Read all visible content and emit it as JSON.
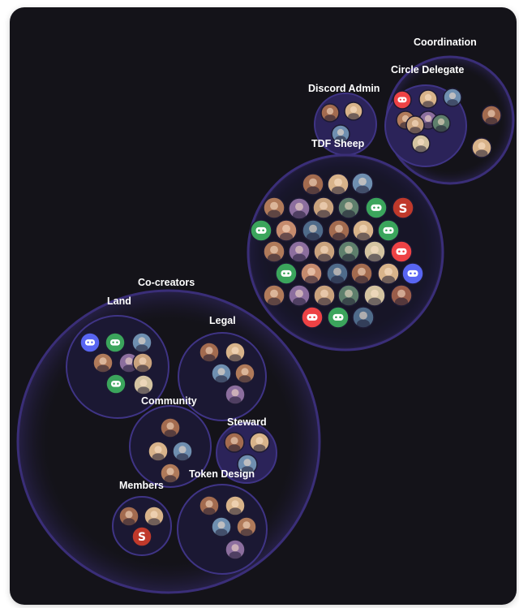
{
  "colors": {
    "background": "#141319",
    "ring": "#3b2f7a",
    "subcircle_fill": "#2b2359",
    "discord_blue": "#5865f2",
    "discord_green": "#3ba55c",
    "discord_red": "#ed4245",
    "snapshot_red": "#c0392b"
  },
  "groups": {
    "coordination": {
      "label": "Coordination",
      "circle_delegate": {
        "label": "Circle Delegate"
      }
    },
    "discord_admin": {
      "label": "Discord Admin"
    },
    "tdf_sheep": {
      "label": "TDF Sheep"
    },
    "co_creators": {
      "label": "Co-creators",
      "land": {
        "label": "Land"
      },
      "legal": {
        "label": "Legal"
      },
      "community": {
        "label": "Community"
      },
      "steward": {
        "label": "Steward"
      },
      "token_design": {
        "label": "Token Design"
      },
      "members": {
        "label": "Members"
      }
    }
  },
  "icons": {
    "discord": "discord-icon",
    "snapshot": "s-letter-icon",
    "person": "person-avatar-icon",
    "generic": "profile-avatar-icon"
  }
}
